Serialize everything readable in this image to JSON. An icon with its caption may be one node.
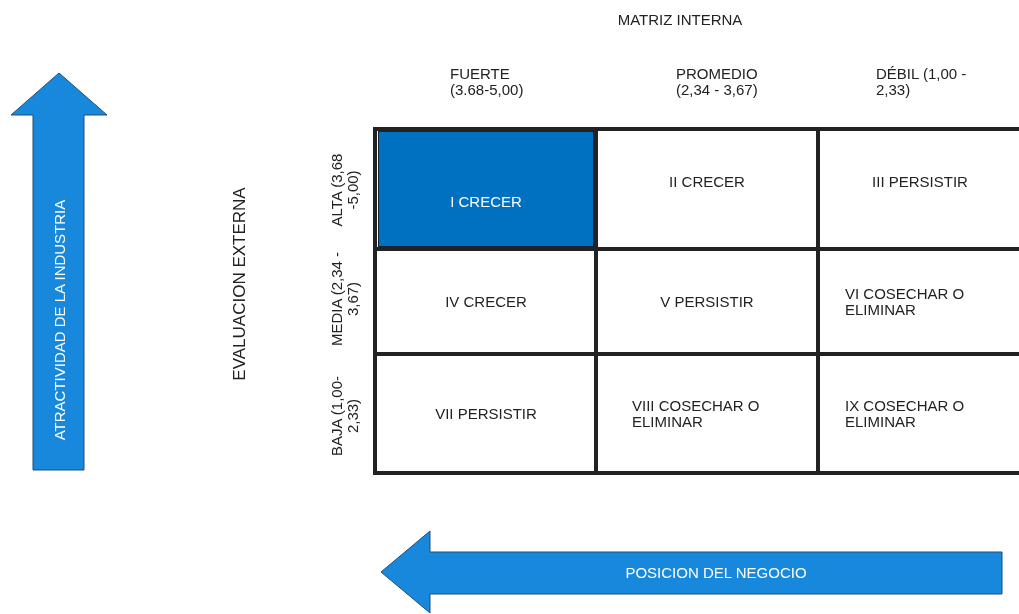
{
  "diagram": {
    "title": "MATRIZ INTERNA",
    "nodes": [
      {
        "text": [
          "ATRACTIVIDAD DE LA INDUSTRIA"
        ]
      },
      {
        "text": [
          "I CRECER"
        ]
      },
      {
        "text": [
          "II CRECER"
        ]
      },
      {
        "text": [
          "III PERSISTIR"
        ]
      },
      {
        "text": [
          "IV CRECER"
        ]
      },
      {
        "text": [
          "V PERSISTIR"
        ]
      },
      {
        "text": [
          "VI COSECHAR O ELIMINAR"
        ]
      },
      {
        "text": [
          "VII PERSISTIR"
        ]
      },
      {
        "text": [
          "VIII COSECHAR O ELIMINAR"
        ]
      },
      {
        "text": [
          "IX COSECHAR O ELIMINAR"
        ]
      },
      {
        "text": [
          "POSICION DEL NEGOCIO"
        ]
      }
    ],
    "edges": [],
    "labels": [
      "FUERTE (3.68-5,00)",
      "PROMEDIO (2,34 - 3,67)",
      "DÉBIL (1,00 - 2,33)",
      "EVALUACION EXTERNA",
      "ALTA (3,68 -5,00)",
      "MEDIA (2,34 - 3,67)",
      "BAJA (1,00-2,33)"
    ]
  }
}
